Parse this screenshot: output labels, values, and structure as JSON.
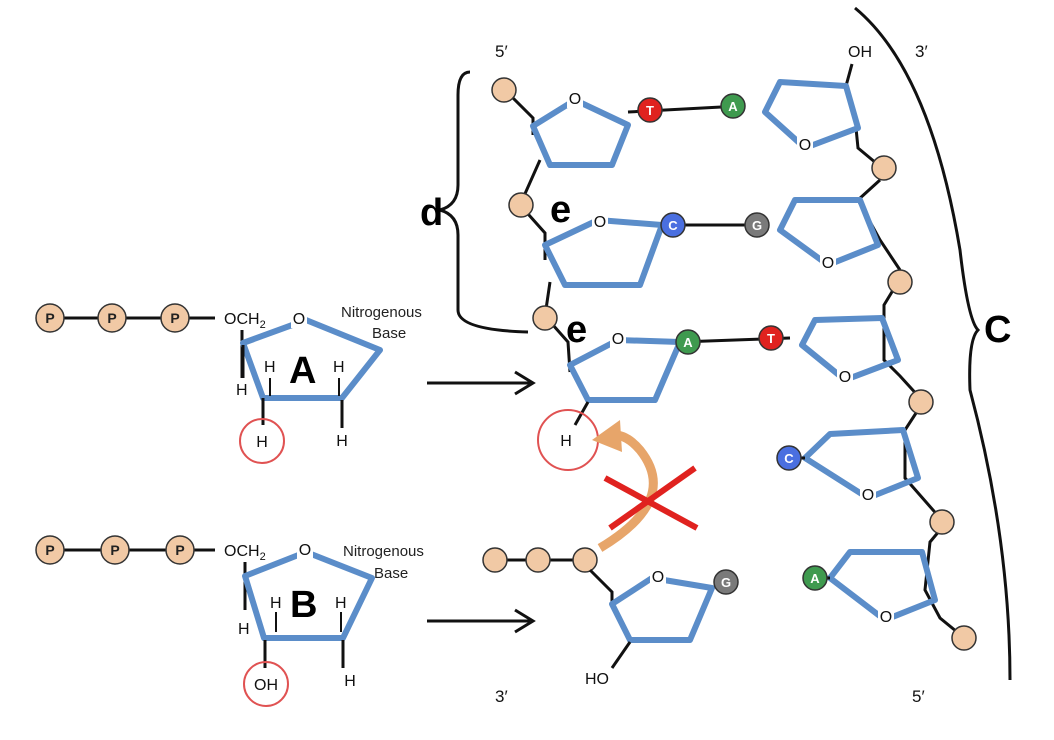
{
  "nucleotide_a": {
    "phosphate_labels": [
      "P",
      "P",
      "P"
    ],
    "sugar_group": "OCH",
    "sugar_group_sub": "2",
    "ring_oxygen": "O",
    "base_label_line1": "Nitrogenous",
    "base_label_line2": "Base",
    "letter": "A",
    "h_left": "H",
    "h_inner_left": "H",
    "h_inner_right": "H",
    "h_bottom_circled": "H",
    "h_bottom_right": "H"
  },
  "nucleotide_b": {
    "phosphate_labels": [
      "P",
      "P",
      "P"
    ],
    "sugar_group": "OCH",
    "sugar_group_sub": "2",
    "ring_oxygen": "O",
    "base_label_line1": "Nitrogenous",
    "base_label_line2": "Base",
    "letter": "B",
    "h_left": "H",
    "h_inner_left": "H",
    "h_inner_right": "H",
    "oh_circled": "OH",
    "h_bottom_right": "H"
  },
  "strand_labels": {
    "top_left_5": "5′",
    "top_right_3": "3′",
    "top_oh": "OH",
    "bottom_left_3": "3′",
    "bottom_right_5": "5′",
    "incoming_ho": "HO",
    "terminal_h": "H"
  },
  "bases": {
    "row1_left": "T",
    "row1_right": "A",
    "row2_left": "C",
    "row2_right": "G",
    "row3_left": "A",
    "row3_right": "T",
    "right_c": "C",
    "right_a": "A",
    "incoming": "G"
  },
  "base_colors": {
    "T": "#e0221f",
    "A": "#3f9a4f",
    "C": "#4a6fe0",
    "G": "#7a7a7a"
  },
  "ring_oxygens": [
    "O",
    "O",
    "O",
    "O",
    "O",
    "O",
    "O",
    "O",
    "O"
  ],
  "labels": {
    "d": "d",
    "e1": "e",
    "e2": "e",
    "c": "C"
  },
  "colors": {
    "sugar_ring": "#5b8dc9",
    "phosphate": "#f1c9a5",
    "highlight_circle": "#e05252",
    "arrow_curve": "#e7a56a",
    "cross": "#e0221f"
  }
}
